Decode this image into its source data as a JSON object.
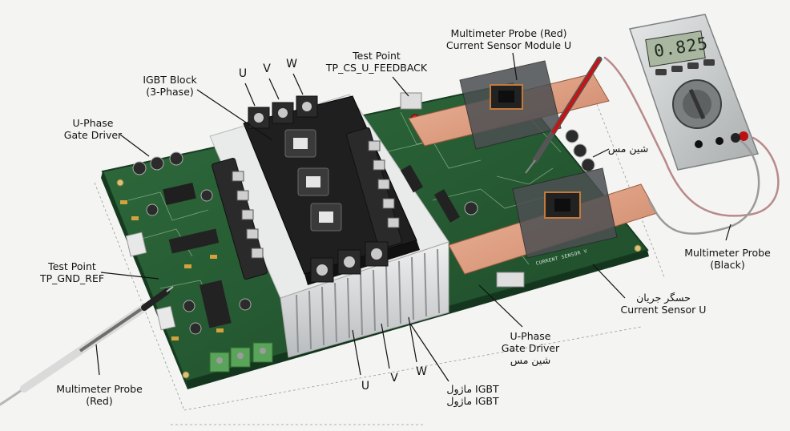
{
  "labels": {
    "igbt_block": [
      "IGBT Block",
      "(3-Phase)"
    ],
    "test_point_cs": [
      "Test Point",
      "TP_CS_U_FEEDBACK"
    ],
    "probe_red_top": [
      "Multimeter Probe (Red)",
      "Current Sensor Module U"
    ],
    "gate_driver_left": [
      "U-Phase",
      "Gate Driver"
    ],
    "busbar_right": "شین مس",
    "test_point_gnd": [
      "Test Point",
      "TP_GND_REF"
    ],
    "probe_black": [
      "Multimeter Probe",
      "(Black)"
    ],
    "current_sensor": [
      "حسگر جریان",
      "Current Sensor U"
    ],
    "gate_driver_bottom": [
      "U-Phase",
      "Gate Driver",
      "شین مس"
    ],
    "probe_red_bottom": [
      "Multimeter Probe",
      "(Red)"
    ],
    "igbt_module": [
      "ماژول IGBT",
      "ماژول IGBT"
    ]
  },
  "phases_top": [
    "U",
    "V",
    "W"
  ],
  "phases_bottom": [
    "U",
    "V",
    "W"
  ],
  "multimeter": {
    "display": "0.825"
  },
  "pcb_print": "CURRENT SENSOR V"
}
